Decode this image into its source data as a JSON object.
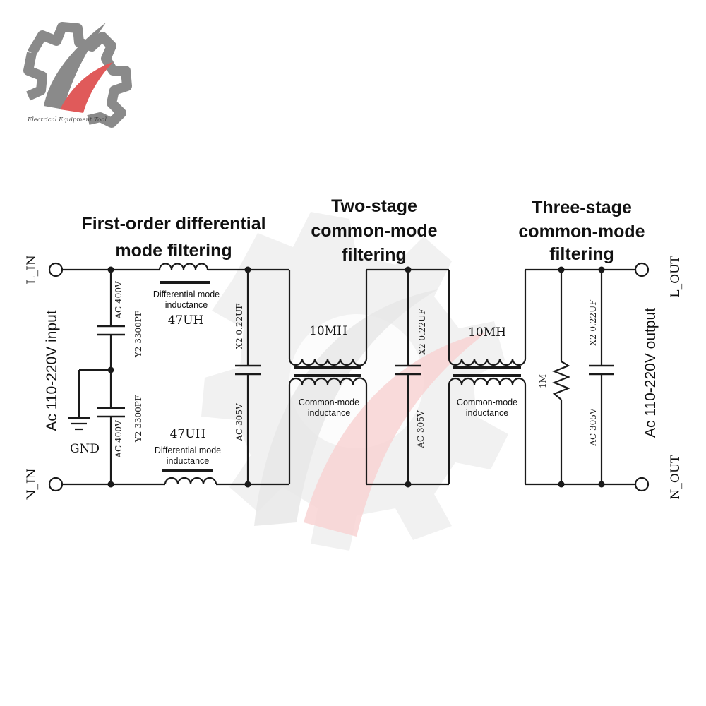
{
  "logo": {
    "caption": "Electrical Equipment Tool"
  },
  "headings": {
    "first_order": [
      "First-order differential",
      "mode filtering"
    ],
    "two_stage": [
      "Two-stage",
      "common-mode",
      "filtering"
    ],
    "three_stage": [
      "Three-stage",
      "common-mode",
      "filtering"
    ]
  },
  "terminals": {
    "l_in": "L_IN",
    "n_in": "N_IN",
    "l_out": "L_OUT",
    "n_out": "N_OUT",
    "gnd": "GND"
  },
  "side_labels": {
    "input": "Ac 110-220V input",
    "output": "Ac 110-220V output"
  },
  "components": {
    "y_cap_top": "Y2 3300PF",
    "y_cap_top_rating": "AC 400V",
    "y_cap_bottom": "Y2 3300PF",
    "y_cap_bottom_rating": "AC 400V",
    "dm_top_value": "47UH",
    "dm_top_label": [
      "Differential mode",
      "inductance"
    ],
    "dm_bottom_value": "47UH",
    "dm_bottom_label": [
      "Differential mode",
      "inductance"
    ],
    "x_cap_1": "X2 0.22UF",
    "x_cap_1_rating": "AC 305V",
    "cm1_value": "10MH",
    "cm1_label": [
      "Common-mode",
      "inductance"
    ],
    "x_cap_2": "X2 0.22UF",
    "x_cap_2_rating": "AC 305V",
    "cm2_value": "10MH",
    "cm2_label": [
      "Common-mode",
      "inductance"
    ],
    "resistor": "1M",
    "x_cap_3": "X2 0.22UF",
    "x_cap_3_rating": "AC 305V"
  },
  "colors": {
    "wire": "#1a1a1a",
    "logo_gray": "#8a8a8a",
    "logo_red": "#e05a5a",
    "watermark_gray": "#e9e9e9",
    "watermark_red": "#f6d3d3"
  }
}
